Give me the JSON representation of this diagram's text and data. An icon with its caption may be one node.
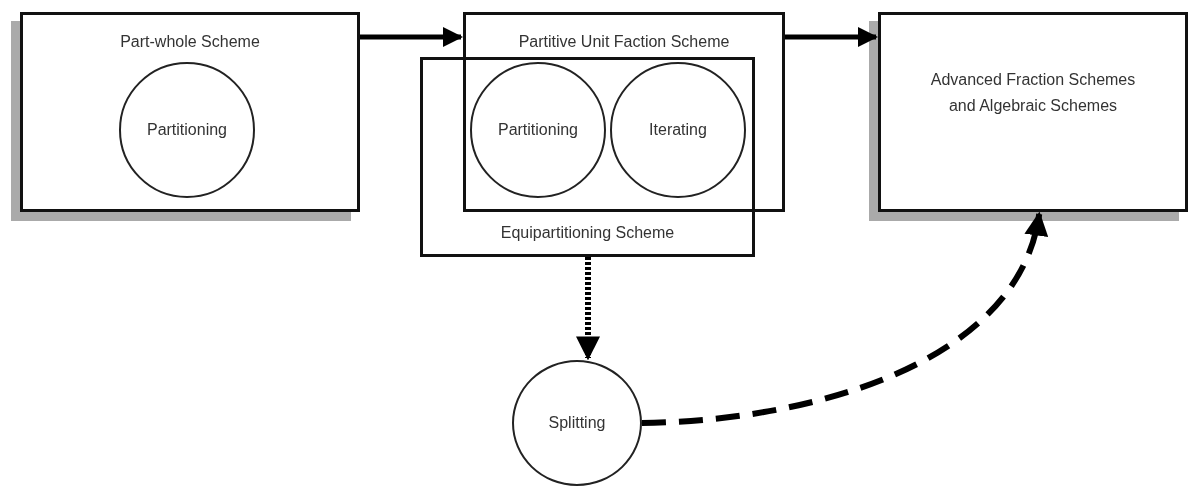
{
  "diagram": {
    "nodes": [
      {
        "text": [
          "Part-whole Scheme"
        ]
      },
      {
        "text": [
          "Partitioning"
        ],
        "in": 0
      },
      {
        "text": [
          "Partitive Unit Faction Scheme"
        ]
      },
      {
        "text": [
          "Equipartitioning Scheme"
        ]
      },
      {
        "text": [
          "Partitioning"
        ]
      },
      {
        "text": [
          "Iterating"
        ]
      },
      {
        "text": [
          "Advanced Fraction Schemes and Algebraic Schemes"
        ]
      },
      {
        "text": [
          "Splitting"
        ]
      }
    ],
    "edges": [
      {
        "from": 0,
        "to": 2,
        "arrow": "to"
      },
      {
        "from": 2,
        "to": 6,
        "arrow": "to"
      },
      {
        "from": 3,
        "to": 7,
        "arrow": "to",
        "style": "dashed"
      },
      {
        "from": 7,
        "to": 6,
        "arrow": "to",
        "style": "dashed"
      }
    ]
  }
}
